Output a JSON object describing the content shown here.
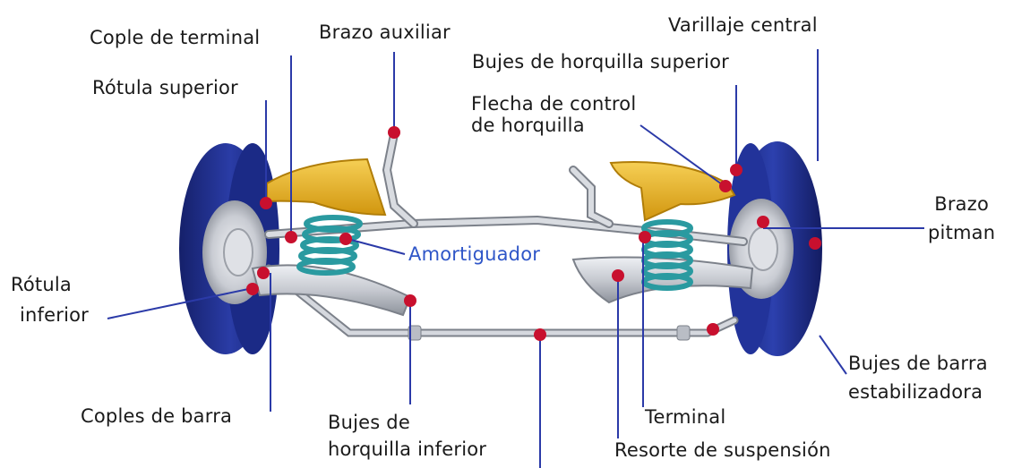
{
  "colors": {
    "leader_line": "#2b3aa8",
    "marker": "#c8102e",
    "arm_yellow": "#e7b020",
    "tire_blue": "#1f2f8f",
    "spring_teal": "#2a9aa0",
    "metal_gray": "#c8cbd2"
  },
  "labels": {
    "cople_terminal": "Cople de terminal",
    "brazo_auxiliar": "Brazo auxiliar",
    "varillaje_central": "Varillaje central",
    "bujes_superior": "Bujes de horquilla superior",
    "rotula_superior": "Rótula superior",
    "flecha_line1": "Flecha de control",
    "flecha_line2": "de horquilla",
    "brazo_pitman_line1": "Brazo",
    "brazo_pitman_line2": "pitman",
    "rotula_inferior_line1": "Rótula",
    "rotula_inferior_line2": "inferior",
    "amortiguador": "Amortiguador",
    "bujes_barra_line1": "Bujes de barra",
    "bujes_barra_line2": "estabilizadora",
    "coples_barra": "Coples de barra",
    "bujes_inferior_line1": "Bujes de",
    "bujes_inferior_line2": "horquilla inferior",
    "terminal": "Terminal",
    "resorte": "Resorte de suspensión"
  }
}
